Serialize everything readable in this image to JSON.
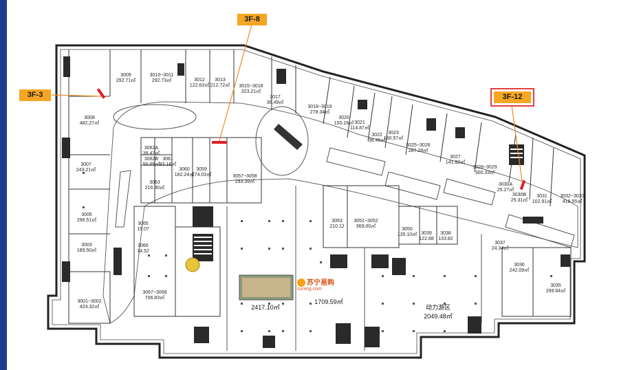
{
  "callouts": [
    {
      "label": "3F-8",
      "key": "3f8"
    },
    {
      "label": "3F-3",
      "key": "3f3"
    },
    {
      "label": "3F-12",
      "key": "3f12"
    }
  ],
  "units": [
    {
      "id": "3009",
      "area": "292.71㎡"
    },
    {
      "id": "3010~3011",
      "area": "292.73㎡"
    },
    {
      "id": "3012",
      "area": "122.63㎡"
    },
    {
      "id": "3013",
      "area": "212.72㎡"
    },
    {
      "id": "3015~3016",
      "area": "323.21㎡"
    },
    {
      "id": "3017",
      "area": "36.49㎡"
    },
    {
      "id": "3008",
      "area": "482.27㎡"
    },
    {
      "id": "3018~3019",
      "area": "278.34㎡"
    },
    {
      "id": "3020",
      "area": "150.16㎡"
    },
    {
      "id": "3021",
      "area": "114.87㎡"
    },
    {
      "id": "3022",
      "area": "38.46㎡"
    },
    {
      "id": "3023",
      "area": "190.57㎡"
    },
    {
      "id": "3025~3026",
      "area": "287.29㎡"
    },
    {
      "id": "3027",
      "area": "141.82㎡"
    },
    {
      "id": "3028~3029",
      "area": "300.33㎡"
    },
    {
      "id": "3030A",
      "area": "25.27㎡"
    },
    {
      "id": "3030B",
      "area": "25.31㎡"
    },
    {
      "id": "3031",
      "area": "102.91㎡"
    },
    {
      "id": "3032~3033",
      "area": "418.55㎡"
    },
    {
      "id": "3062A",
      "area": "39.47㎡"
    },
    {
      "id": "3062B",
      "area": "50.05㎡"
    },
    {
      "id": "3061",
      "area": "83.16㎡"
    },
    {
      "id": "3060",
      "area": "182.24㎡"
    },
    {
      "id": "3059",
      "area": "174.03㎡"
    },
    {
      "id": "3057~3058",
      "area": "293.39㎡"
    },
    {
      "id": "3063",
      "area": "216.80㎡"
    },
    {
      "id": "3007",
      "area": "243.21㎡"
    },
    {
      "id": "3005",
      "area": "296.51㎡"
    },
    {
      "id": "3003",
      "area": "189.50㎡"
    },
    {
      "id": "3065",
      "area": "15.07"
    },
    {
      "id": "3066",
      "area": "14.52"
    },
    {
      "id": "3053",
      "area": "210.12"
    },
    {
      "id": "3051~3052",
      "area": "369.00㎡"
    },
    {
      "id": "3050",
      "area": "135.10㎡"
    },
    {
      "id": "3039",
      "area": "122.68"
    },
    {
      "id": "3038",
      "area": "133.82"
    },
    {
      "id": "3037",
      "area": "24.34㎡"
    },
    {
      "id": "3036",
      "area": "242.09㎡"
    },
    {
      "id": "3035",
      "area": "299.84㎡"
    },
    {
      "id": "3067~3068",
      "area": "706.83㎡"
    },
    {
      "id": "3001~3002",
      "area": "424.32㎡"
    }
  ],
  "zones": [
    {
      "name": "",
      "area": "2417.10㎡"
    },
    {
      "name": "",
      "area": "1709.59㎡"
    },
    {
      "name": "动力游区",
      "area": "2049.48㎡"
    }
  ],
  "brand": {
    "name": "苏宁易购",
    "domain": "suning.com"
  },
  "colors": {
    "callout": "#f5a623",
    "highlight": "#e04040",
    "frame": "#1f3d8f",
    "marker": "#e02020"
  }
}
